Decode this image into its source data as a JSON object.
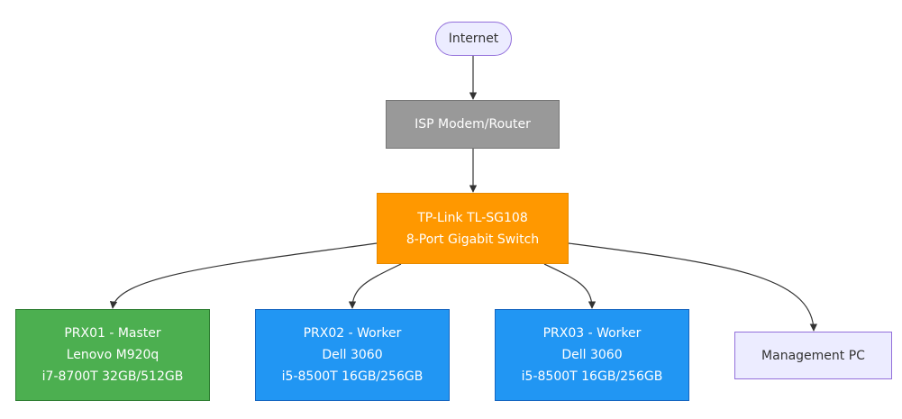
{
  "nodes": {
    "internet": {
      "label": "Internet"
    },
    "isp": {
      "label": "ISP Modem/Router"
    },
    "switch": {
      "line1": "TP-Link TL-SG108",
      "line2": "8-Port Gigabit Switch"
    },
    "prx01": {
      "line1": "PRX01 - Master",
      "line2": "Lenovo M920q",
      "line3": "i7-8700T 32GB/512GB"
    },
    "prx02": {
      "line1": "PRX02 - Worker",
      "line2": "Dell 3060",
      "line3": "i5-8500T 16GB/256GB"
    },
    "prx03": {
      "line1": "PRX03 - Worker",
      "line2": "Dell 3060",
      "line3": "i5-8500T 16GB/256GB"
    },
    "mgmt": {
      "label": "Management PC"
    }
  },
  "edges": [
    {
      "from": "internet",
      "to": "isp"
    },
    {
      "from": "isp",
      "to": "switch"
    },
    {
      "from": "switch",
      "to": "prx01"
    },
    {
      "from": "switch",
      "to": "prx02"
    },
    {
      "from": "switch",
      "to": "prx03"
    },
    {
      "from": "switch",
      "to": "mgmt"
    }
  ],
  "colors": {
    "edge": "#333333",
    "internet_fill": "#ececff",
    "isp_fill": "#999999",
    "switch_fill": "#ff9800",
    "master_fill": "#4caf50",
    "worker_fill": "#2196f3",
    "mgmt_fill": "#ececff"
  }
}
